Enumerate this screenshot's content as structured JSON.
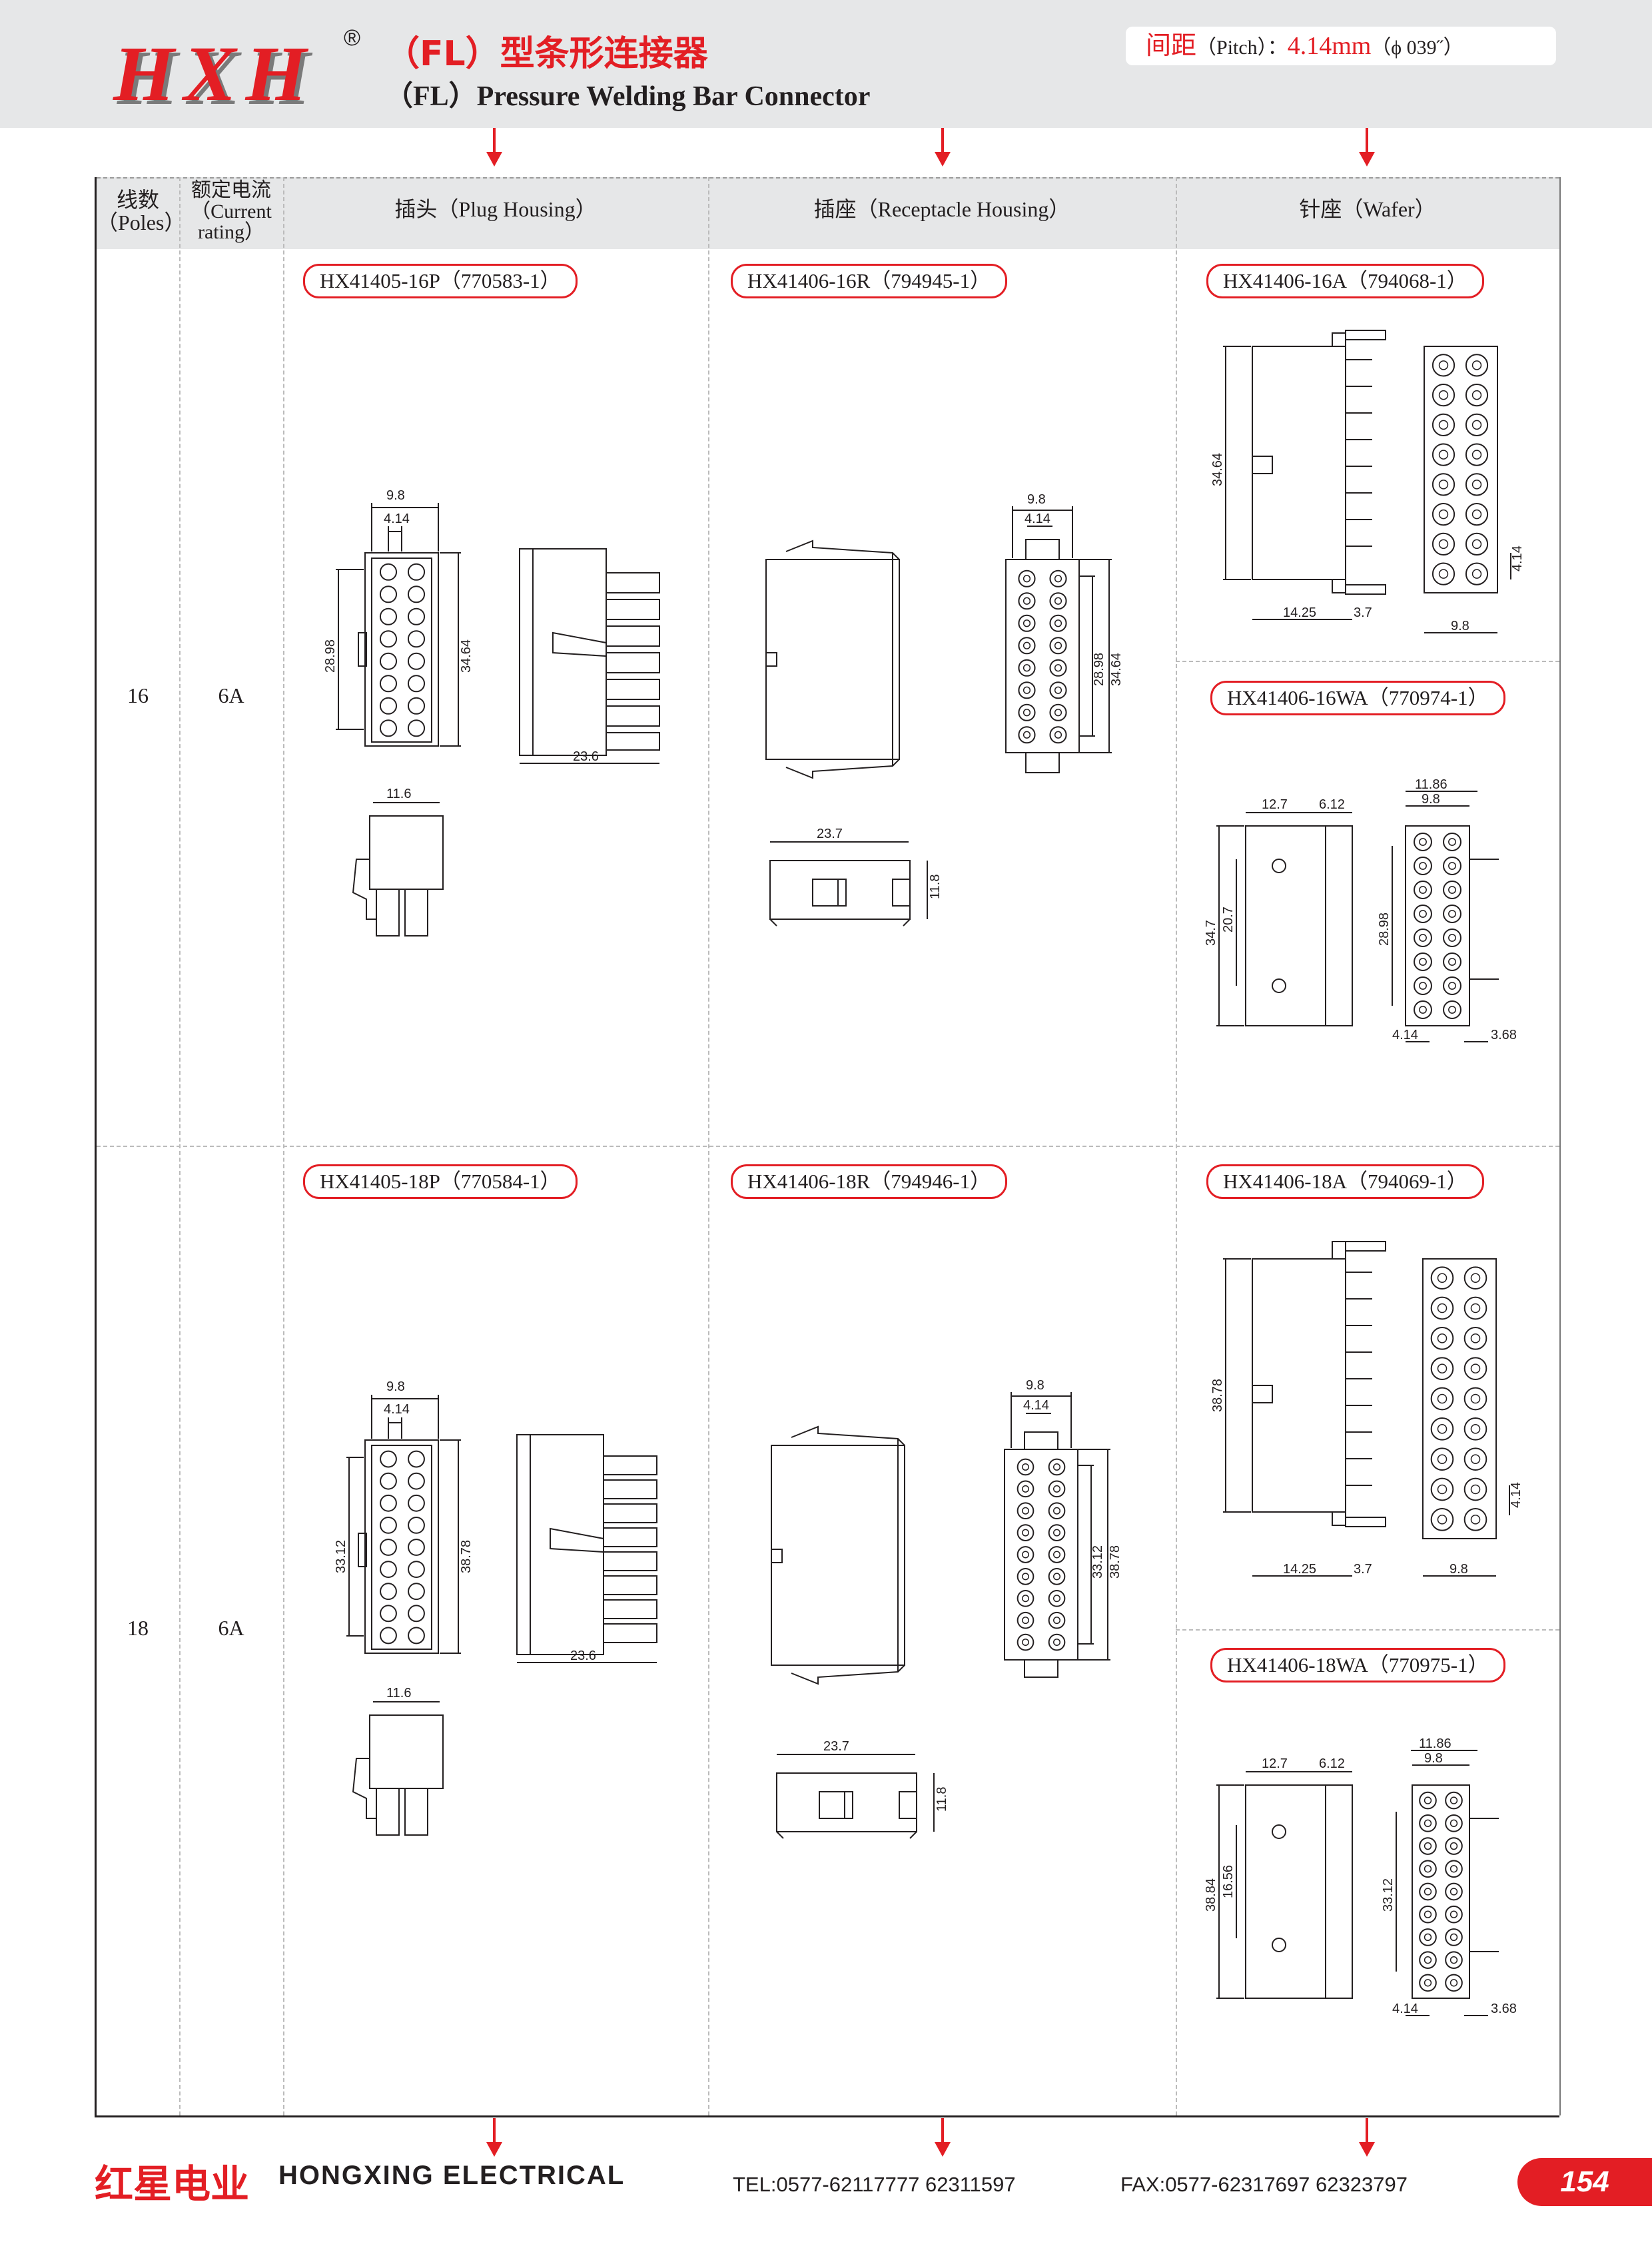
{
  "header": {
    "logo_text": "HXH",
    "registered_mark": "®",
    "title_cn": "（FL）型条形连接器",
    "title_en": "（FL）Pressure Welding Bar Connector",
    "pitch_label_cn": "间距",
    "pitch_label_en": "（Pitch）：",
    "pitch_value": "4.14mm",
    "pitch_inch": "（ϕ 039˝）"
  },
  "table": {
    "headers": {
      "poles_cn": "线数",
      "poles_en": "（Poles）",
      "rating_cn": "额定电流",
      "rating_en1": "（Current",
      "rating_en2": "rating）",
      "plug": "插头（Plug Housing）",
      "receptacle": "插座（Receptacle Housing）",
      "wafer": "针座（Wafer）"
    },
    "rows": [
      {
        "poles": "16",
        "rating": "6A",
        "plug_part": "HX41405-16P（770583-1）",
        "receptacle_part": "HX41406-16R（794945-1）",
        "wafer_part": "HX41406-16A（794068-1）",
        "wafer_wa_part": "HX41406-16WA（770974-1）"
      },
      {
        "poles": "18",
        "rating": "6A",
        "plug_part": "HX41405-18P（770584-1）",
        "receptacle_part": "HX41406-18R（794946-1）",
        "wafer_part": "HX41406-18A（794069-1）",
        "wafer_wa_part": "HX41406-18WA（770975-1）"
      }
    ]
  },
  "dims": {
    "p16": {
      "w": "9.8",
      "pitch": "4.14",
      "h1": "28.98",
      "h2": "34.64",
      "depth": "23.6",
      "side": "11.6"
    },
    "r16": {
      "w": "9.8",
      "pitch": "4.14",
      "h1": "28.98",
      "h2": "34.64",
      "depth": "23.7",
      "side": "11.8"
    },
    "a16": {
      "h": "34.64",
      "d1": "14.25",
      "d2": "3.7",
      "w": "9.8",
      "pitch": "4.14"
    },
    "wa16": {
      "d1": "12.7",
      "d2": "6.12",
      "w1": "11.86",
      "w2": "9.8",
      "h1": "34.7",
      "h2": "20.7",
      "h3": "28.98",
      "b1": "4.14",
      "b2": "3.68"
    },
    "p18": {
      "w": "9.8",
      "pitch": "4.14",
      "h1": "33.12",
      "h2": "38.78",
      "depth": "23.6",
      "side": "11.6"
    },
    "r18": {
      "w": "9.8",
      "pitch": "4.14",
      "h1": "33.12",
      "h2": "38.78",
      "depth": "23.7",
      "side": "11.8"
    },
    "a18": {
      "h": "38.78",
      "d1": "14.25",
      "d2": "3.7",
      "w": "9.8",
      "pitch": "4.14"
    },
    "wa18": {
      "d1": "12.7",
      "d2": "6.12",
      "w1": "11.86",
      "w2": "9.8",
      "h1": "38.84",
      "h2": "16.56",
      "h3": "33.12",
      "b1": "4.14",
      "b2": "3.68"
    }
  },
  "footer": {
    "company_cn": "红星电业",
    "company_en": "HONGXING ELECTRICAL",
    "tel": "TEL:0577-62117777   62311597",
    "fax": "FAX:0577-62317697   62323797",
    "page": "154"
  },
  "colors": {
    "accent": "#e31e24",
    "header_bg": "#e6e7e8",
    "ink": "#231f20"
  }
}
